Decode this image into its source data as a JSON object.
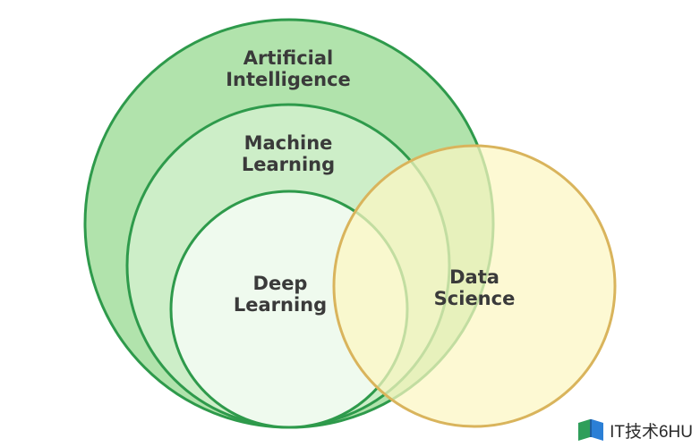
{
  "diagram": {
    "artificial_intelligence": {
      "line1": "Artificial",
      "line2": "Intelligence"
    },
    "machine_learning": {
      "line1": "Machine",
      "line2": "Learning"
    },
    "deep_learning": {
      "line1": "Deep",
      "line2": "Learning"
    },
    "data_science": {
      "line1": "Data",
      "line2": "Science"
    }
  },
  "colors": {
    "ai_fill": "#b1e3ac",
    "ai_stroke": "#2e9a4b",
    "ml_fill": "#cdeec8",
    "ml_stroke": "#2e9a4b",
    "dl_fill": "#effaee",
    "dl_stroke": "#2e9a4b",
    "ds_fill": "#fcf6c2",
    "ds_stroke": "#d9b45c"
  },
  "watermark": {
    "text": "IT技术6HU",
    "icon": "book-logo-icon"
  }
}
